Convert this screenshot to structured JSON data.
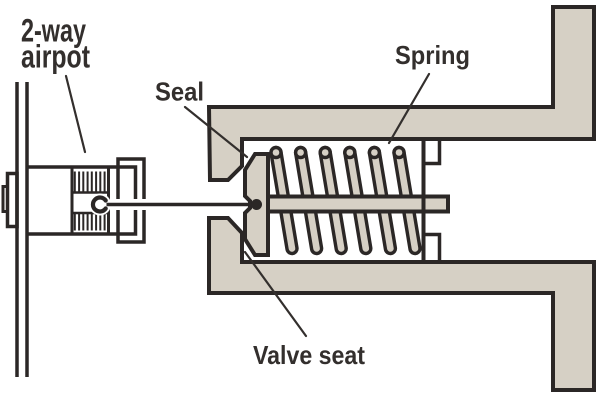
{
  "labels": {
    "airpot_line1": "2-way",
    "airpot_line2": "airpot",
    "seal": "Seal",
    "spring": "Spring",
    "valve_seat": "Valve seat"
  },
  "colors": {
    "housing_fill": "#d6d0c5",
    "outline": "#2b2726",
    "label_text": "#332f2d",
    "background": "#ffffff"
  }
}
